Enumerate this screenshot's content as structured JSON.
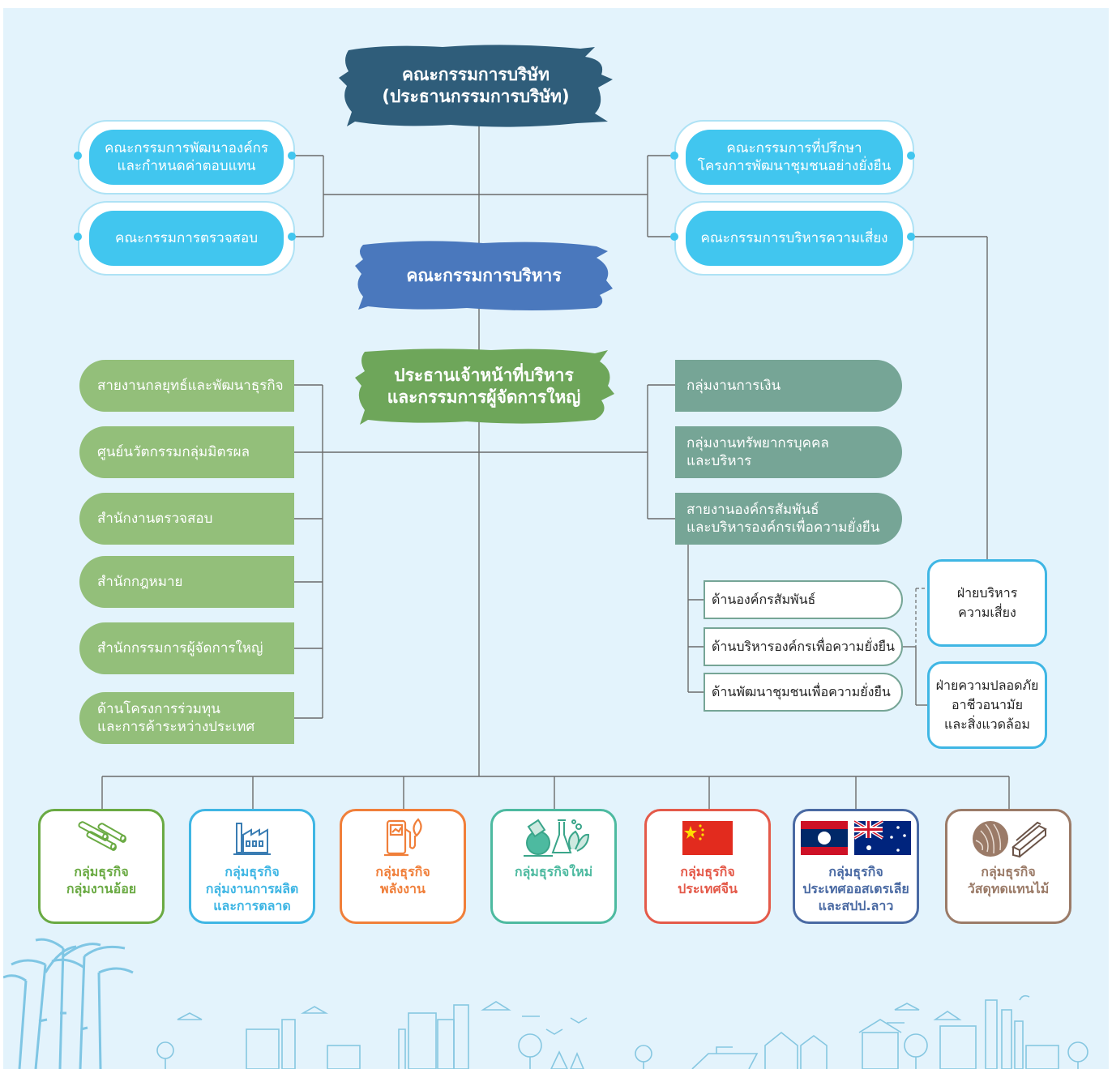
{
  "board": {
    "line1": "คณะกรรมการบริษัท",
    "line2": "(ประธานกรรมการบริษัท)"
  },
  "exec_committee": "คณะกรรมการบริหาร",
  "ceo": {
    "line1": "ประธานเจ้าหน้าที่บริหาร",
    "line2": "และกรรมการผู้จัดการใหญ่"
  },
  "committees": {
    "nomination": {
      "line1": "คณะกรรมการพัฒนาองค์กร",
      "line2": "และกำหนดค่าตอบแทน"
    },
    "audit": "คณะกรรมการตรวจสอบ",
    "advisory": {
      "line1": "คณะกรรมการที่ปรึกษา",
      "line2": "โครงการพัฒนาชุมชนอย่างยั่งยืน"
    },
    "risk": "คณะกรรมการบริหารความเสี่ยง"
  },
  "left_units": [
    {
      "line1": "สายงานกลยุทธ์และพัฒนาธุรกิจ",
      "line2": ""
    },
    {
      "line1": "ศูนย์นวัตกรรมกลุ่มมิตรผล",
      "line2": ""
    },
    {
      "line1": "สำนักงานตรวจสอบ",
      "line2": ""
    },
    {
      "line1": "สำนักกฎหมาย",
      "line2": ""
    },
    {
      "line1": "สำนักกรรมการผู้จัดการใหญ่",
      "line2": ""
    },
    {
      "line1": "ด้านโครงการร่วมทุน",
      "line2": "และการค้าระหว่างประเทศ"
    }
  ],
  "right_units": [
    {
      "line1": "กลุ่มงานการเงิน",
      "line2": ""
    },
    {
      "line1": "กลุ่มงานทรัพยากรบุคคล",
      "line2": "และบริหาร"
    },
    {
      "line1": "สายงานองค์กรสัมพันธ์",
      "line2": "และบริหารองค์กรเพื่อความยั่งยืน"
    }
  ],
  "sub_units": [
    "ด้านองค์กรสัมพันธ์",
    "ด้านบริหารองค์กรเพื่อความยั่งยืน",
    "ด้านพัฒนาชุมชนเพื่อความยั่งยืน"
  ],
  "risk_dept": {
    "line1": "ฝ่ายบริหาร",
    "line2": "ความเสี่ยง"
  },
  "safety_dept": {
    "line1": "ฝ่ายความปลอดภัย",
    "line2": "อาชีวอนามัย",
    "line3": "และสิ่งแวดล้อม"
  },
  "business_units": [
    {
      "icon": "sugarcane-icon",
      "color": "#6aaa43",
      "lines": [
        "กลุ่มธุรกิจ",
        "กลุ่มงานอ้อย"
      ]
    },
    {
      "icon": "factory-icon",
      "color": "#3fb6e4",
      "lines": [
        "กลุ่มธุรกิจ",
        "กลุ่มงานการผลิต",
        "และการตลาด"
      ]
    },
    {
      "icon": "fuel-pump-icon",
      "color": "#f07f3a",
      "lines": [
        "กลุ่มธุรกิจ",
        "พลังงาน"
      ]
    },
    {
      "icon": "science-icon",
      "color": "#4dbaa0",
      "lines": [
        "กลุ่มธุรกิจใหม่"
      ]
    },
    {
      "icon": "china-flag-icon",
      "color": "#e45a4a",
      "lines": [
        "กลุ่มธุรกิจ",
        "ประเทศจีน"
      ]
    },
    {
      "icon": "laos-australia-flags-icon",
      "color": "#4a6aa3",
      "lines": [
        "กลุ่มธุรกิจ",
        "ประเทศออสเตรเลีย",
        "และสปป.ลาว"
      ]
    },
    {
      "icon": "wood-icon",
      "color": "#9b7b68",
      "lines": [
        "กลุ่มธุรกิจ",
        "วัสดุทดแทนไม้"
      ]
    }
  ],
  "colors": {
    "background": "#e3f3fc",
    "board": "#2f5d7a",
    "exec": "#4a78bd",
    "ceo": "#6ea65a",
    "committee": "#41c6ef",
    "left_units": "#93bf7a",
    "right_units": "#76a596",
    "connector": "#6b6b6b"
  }
}
